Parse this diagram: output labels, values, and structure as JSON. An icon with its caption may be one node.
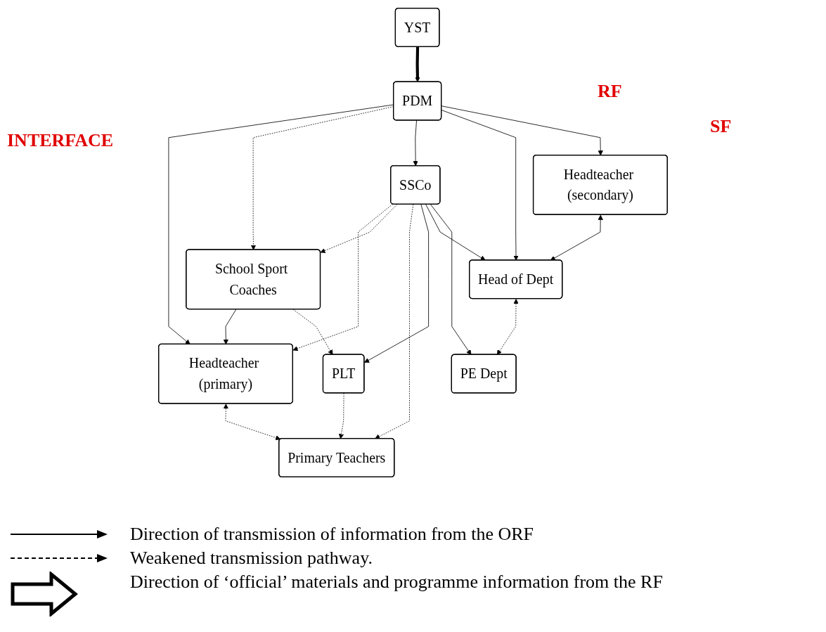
{
  "diagram": {
    "nodes": [
      {
        "text": [
          "YST"
        ]
      },
      {
        "text": [
          "PDM"
        ]
      },
      {
        "text": [
          "Headteacher (primary)"
        ]
      },
      {
        "text": [
          "SSCo"
        ]
      },
      {
        "text": [
          "Headteacher (secondary)"
        ]
      },
      {
        "text": [
          "School Sport Coaches"
        ]
      },
      {
        "text": [
          "Head of Dept"
        ]
      },
      {
        "text": [
          "Primary Teachers"
        ]
      },
      {
        "text": [
          "PLT"
        ]
      },
      {
        "text": [
          "PE Dept"
        ]
      }
    ],
    "edges": [
      {
        "from": 0,
        "to": 1,
        "arrow": "to",
        "style": "thick"
      },
      {
        "from": 1,
        "to": 2,
        "arrow": "to"
      },
      {
        "from": 1,
        "to": 5,
        "arrow": "to",
        "style": "dashed"
      },
      {
        "from": 1,
        "to": 3,
        "arrow": "to"
      },
      {
        "from": 1,
        "to": 6,
        "arrow": "to"
      },
      {
        "from": 1,
        "to": 4,
        "arrow": "to"
      },
      {
        "from": 3,
        "to": 2,
        "arrow": "to",
        "style": "dashed"
      },
      {
        "from": 3,
        "to": 5,
        "arrow": "to",
        "style": "dashed"
      },
      {
        "from": 3,
        "to": 7,
        "arrow": "to",
        "style": "dashed"
      },
      {
        "from": 5,
        "to": 2,
        "arrow": "to"
      },
      {
        "from": 2,
        "to": 7,
        "arrow": "both",
        "style": "dashed"
      },
      {
        "from": 5,
        "to": 8,
        "arrow": "to",
        "style": "dashed"
      },
      {
        "from": 3,
        "to": 8,
        "arrow": "to"
      },
      {
        "from": 8,
        "to": 7,
        "arrow": "to",
        "style": "dashed"
      },
      {
        "from": 3,
        "to": 6,
        "arrow": "to"
      },
      {
        "from": 3,
        "to": 9,
        "arrow": "to"
      },
      {
        "from": 4,
        "to": 6,
        "arrow": "both"
      },
      {
        "from": 6,
        "to": 9,
        "arrow": "both",
        "style": "dashed"
      }
    ],
    "labels": [
      "RF",
      "INTERFACE",
      "SF"
    ],
    "legend": [
      {
        "text": "Direction of transmission of information from the ORF"
      },
      {
        "text": "Weakened transmission pathway."
      },
      {
        "text": "Direction of ‘official’ materials and programme information from the RF"
      }
    ]
  }
}
